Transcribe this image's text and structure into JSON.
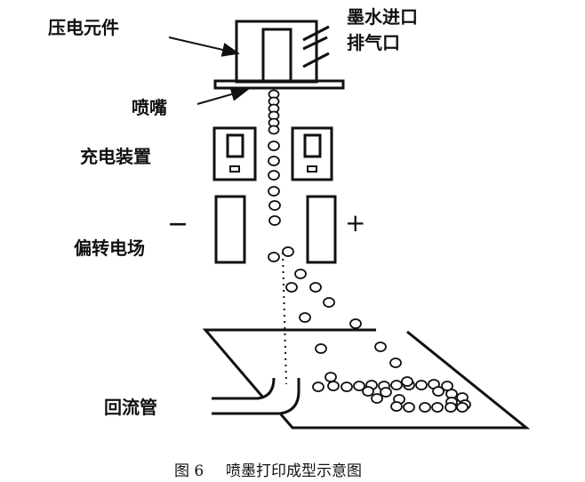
{
  "labels": {
    "piezo": "压电元件",
    "ink_inlet": "墨水进口",
    "air_outlet": "排气口",
    "nozzle": "喷嘴",
    "charging": "充电装置",
    "deflection": "偏转电场",
    "minus": "—",
    "plus": "+",
    "return_pipe": "回流管"
  },
  "caption": {
    "number": "图 6",
    "title": "喷墨打印成型示意图"
  }
}
